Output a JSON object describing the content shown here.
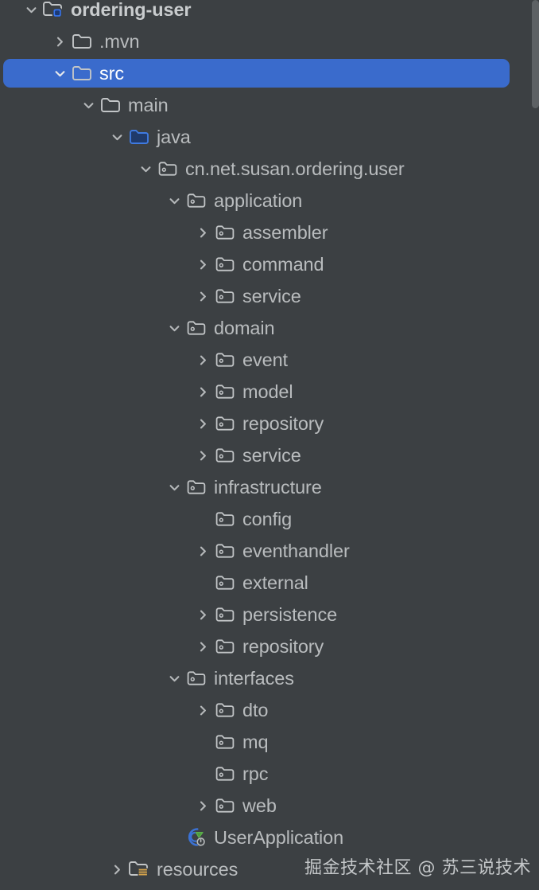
{
  "panel": {
    "background_color": "#3c4043",
    "selection_color": "#3a6bcc",
    "text_color": "#b9bcbe",
    "selected_text_color": "#ffffff"
  },
  "scrollbar": {
    "name": "vertical-scrollbar",
    "color": "#5d6164"
  },
  "watermark": {
    "text": "掘金技术社区 @ 苏三说技术",
    "color": "#c4c7c9"
  },
  "tree": {
    "rows": [
      {
        "label": "ordering-user",
        "depth": 0,
        "twistie": "expanded",
        "icon": "module-folder-icon",
        "bold": true,
        "selected": false
      },
      {
        "label": ".mvn",
        "depth": 1,
        "twistie": "collapsed",
        "icon": "folder-icon",
        "bold": false,
        "selected": false
      },
      {
        "label": "src",
        "depth": 1,
        "twistie": "expanded",
        "icon": "folder-icon",
        "bold": false,
        "selected": true
      },
      {
        "label": "main",
        "depth": 2,
        "twistie": "expanded",
        "icon": "folder-icon",
        "bold": false,
        "selected": false
      },
      {
        "label": "java",
        "depth": 3,
        "twistie": "expanded",
        "icon": "source-root-folder-icon",
        "bold": false,
        "selected": false
      },
      {
        "label": "cn.net.susan.ordering.user",
        "depth": 4,
        "twistie": "expanded",
        "icon": "package-icon",
        "bold": false,
        "selected": false
      },
      {
        "label": "application",
        "depth": 5,
        "twistie": "expanded",
        "icon": "package-icon",
        "bold": false,
        "selected": false
      },
      {
        "label": "assembler",
        "depth": 6,
        "twistie": "collapsed",
        "icon": "package-icon",
        "bold": false,
        "selected": false
      },
      {
        "label": "command",
        "depth": 6,
        "twistie": "collapsed",
        "icon": "package-icon",
        "bold": false,
        "selected": false
      },
      {
        "label": "service",
        "depth": 6,
        "twistie": "collapsed",
        "icon": "package-icon",
        "bold": false,
        "selected": false
      },
      {
        "label": "domain",
        "depth": 5,
        "twistie": "expanded",
        "icon": "package-icon",
        "bold": false,
        "selected": false
      },
      {
        "label": "event",
        "depth": 6,
        "twistie": "collapsed",
        "icon": "package-icon",
        "bold": false,
        "selected": false
      },
      {
        "label": "model",
        "depth": 6,
        "twistie": "collapsed",
        "icon": "package-icon",
        "bold": false,
        "selected": false
      },
      {
        "label": "repository",
        "depth": 6,
        "twistie": "collapsed",
        "icon": "package-icon",
        "bold": false,
        "selected": false
      },
      {
        "label": "service",
        "depth": 6,
        "twistie": "collapsed",
        "icon": "package-icon",
        "bold": false,
        "selected": false
      },
      {
        "label": "infrastructure",
        "depth": 5,
        "twistie": "expanded",
        "icon": "package-icon",
        "bold": false,
        "selected": false
      },
      {
        "label": "config",
        "depth": 6,
        "twistie": "none",
        "icon": "package-icon",
        "bold": false,
        "selected": false
      },
      {
        "label": "eventhandler",
        "depth": 6,
        "twistie": "collapsed",
        "icon": "package-icon",
        "bold": false,
        "selected": false
      },
      {
        "label": "external",
        "depth": 6,
        "twistie": "none",
        "icon": "package-icon",
        "bold": false,
        "selected": false
      },
      {
        "label": "persistence",
        "depth": 6,
        "twistie": "collapsed",
        "icon": "package-icon",
        "bold": false,
        "selected": false
      },
      {
        "label": "repository",
        "depth": 6,
        "twistie": "collapsed",
        "icon": "package-icon",
        "bold": false,
        "selected": false
      },
      {
        "label": "interfaces",
        "depth": 5,
        "twistie": "expanded",
        "icon": "package-icon",
        "bold": false,
        "selected": false
      },
      {
        "label": "dto",
        "depth": 6,
        "twistie": "collapsed",
        "icon": "package-icon",
        "bold": false,
        "selected": false
      },
      {
        "label": "mq",
        "depth": 6,
        "twistie": "none",
        "icon": "package-icon",
        "bold": false,
        "selected": false
      },
      {
        "label": "rpc",
        "depth": 6,
        "twistie": "none",
        "icon": "package-icon",
        "bold": false,
        "selected": false
      },
      {
        "label": "web",
        "depth": 6,
        "twistie": "collapsed",
        "icon": "package-icon",
        "bold": false,
        "selected": false
      },
      {
        "label": "UserApplication",
        "depth": 5,
        "twistie": "none",
        "icon": "spring-boot-run-icon",
        "bold": false,
        "selected": false
      },
      {
        "label": "resources",
        "depth": 3,
        "twistie": "collapsed",
        "icon": "resources-folder-icon",
        "bold": false,
        "selected": false
      }
    ]
  }
}
